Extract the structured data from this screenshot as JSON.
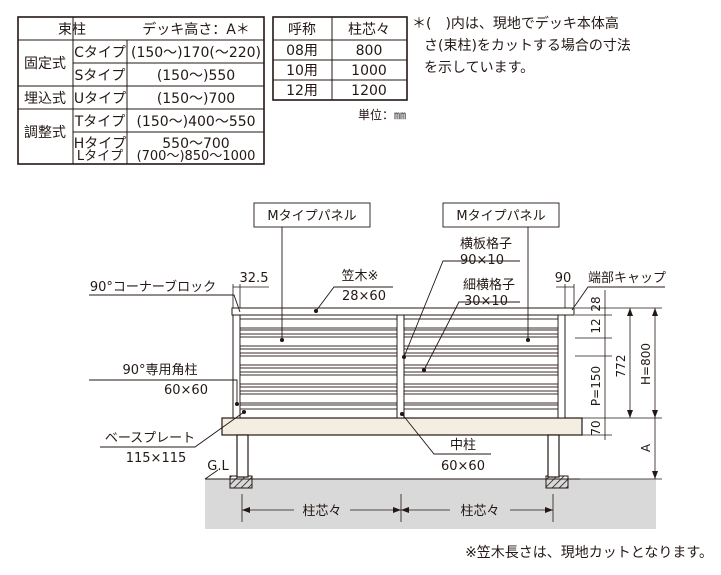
{
  "table1": {
    "header": {
      "col1": "束柱",
      "col2": "デッキ高さ：A＊"
    },
    "rows": [
      {
        "group": "固定式",
        "type": "Cタイプ",
        "height": "(150〜)170(〜220)"
      },
      {
        "group": "",
        "type": "Sタイプ",
        "height": "(150〜)550"
      },
      {
        "group": "埋込式",
        "type": "Uタイプ",
        "height": "(150〜)700"
      },
      {
        "group": "調整式",
        "type": "Tタイプ",
        "height": "(150〜)400〜550"
      },
      {
        "group": "",
        "type": "Hタイプ",
        "height": "550〜700"
      },
      {
        "group": "",
        "type": "Lタイプ",
        "height": "(700〜)850〜1000"
      }
    ]
  },
  "table2": {
    "header": {
      "col1": "呼称",
      "col2": "柱芯々"
    },
    "rows": [
      {
        "name": "08用",
        "value": "800"
      },
      {
        "name": "10用",
        "value": "1000"
      },
      {
        "name": "12用",
        "value": "1200"
      }
    ],
    "unit": "単位：㎜"
  },
  "note_top": [
    "＊(　)内は、現地でデッキ本体高",
    "さ(束柱)をカットする場合の寸法",
    "を示しています。"
  ],
  "labels": {
    "panel_left": "Mタイプパネル",
    "panel_right": "Mタイプパネル",
    "horizontal_slat": "横板格子",
    "horizontal_slat_size": "90×10",
    "thin_slat": "細横格子",
    "thin_slat_size": "30×10",
    "end_cap_width": "90",
    "end_cap": "端部キャップ",
    "corner_block": "90°コーナーブロック",
    "dim_32_5": "32.5",
    "kasagi": "笠木※",
    "kasagi_size": "28×60",
    "post": "90°専用角柱",
    "post_size": "60×60",
    "base_plate": "ベースプレート",
    "base_plate_size": "115×115",
    "gl": "G.L",
    "center_post": "中柱",
    "center_post_size": "60×60",
    "pitch": "柱芯々",
    "dim_28": "28",
    "dim_12": "12",
    "dim_p150": "P=150",
    "dim_772": "772",
    "dim_h800": "H=800",
    "dim_70": "70",
    "dim_a": "A"
  },
  "note_bottom": "※笠木長さは、現地カットとなります。"
}
